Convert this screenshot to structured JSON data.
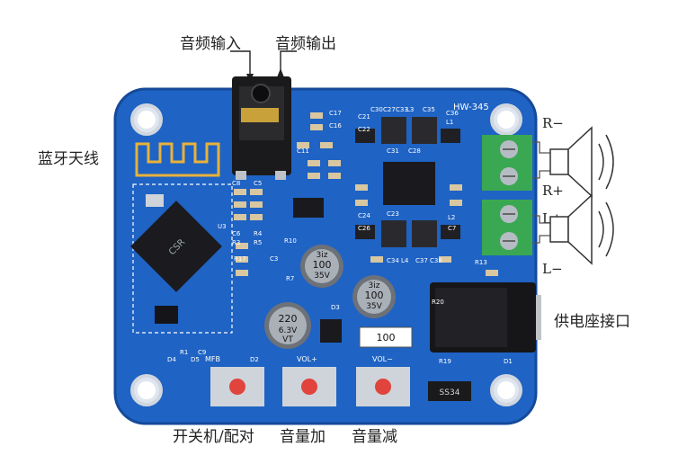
{
  "labels": {
    "audio_input": "音频输入",
    "audio_output": "音频输出",
    "bluetooth_antenna": "蓝牙天线",
    "power_jack": "供电座接口",
    "power_pair": "开关机/配对",
    "vol_up": "音量加",
    "vol_down": "音量减",
    "right_minus": "R−",
    "right_plus": "R+",
    "left_plus": "L+",
    "left_minus": "L−"
  },
  "board": {
    "model": "HW-345",
    "buttons": [
      "MFB",
      "VOL+",
      "VOL−"
    ],
    "capacitors": [
      {
        "value": "220",
        "rating": "6.3V",
        "series": "VT"
      },
      {
        "value": "100",
        "rating": "35V",
        "series": "3iz"
      },
      {
        "value": "100",
        "rating": "35V",
        "series": "3iz"
      }
    ],
    "resistor": "100",
    "diode": "SS34",
    "silkscreen": [
      "C17",
      "C16",
      "C11",
      "C21",
      "C22",
      "C27",
      "C33",
      "L3",
      "C35",
      "C36",
      "L1",
      "C30",
      "C31",
      "C28",
      "C23",
      "C24",
      "C26",
      "C34",
      "L4",
      "C37",
      "C38",
      "L2",
      "C7",
      "C8",
      "C5",
      "C6",
      "R3",
      "R4",
      "R5",
      "R10",
      "R13",
      "R19",
      "R20",
      "D1",
      "D2",
      "D3",
      "D4",
      "D5",
      "R17",
      "U3",
      "R7",
      "R1",
      "C9",
      "C3"
    ],
    "colors": {
      "pcb": "#1f63c4",
      "pcb_dark": "#154a9a",
      "terminal": "#3aa852",
      "button_cap": "#e0443c",
      "gold": "#c9a13a"
    }
  }
}
